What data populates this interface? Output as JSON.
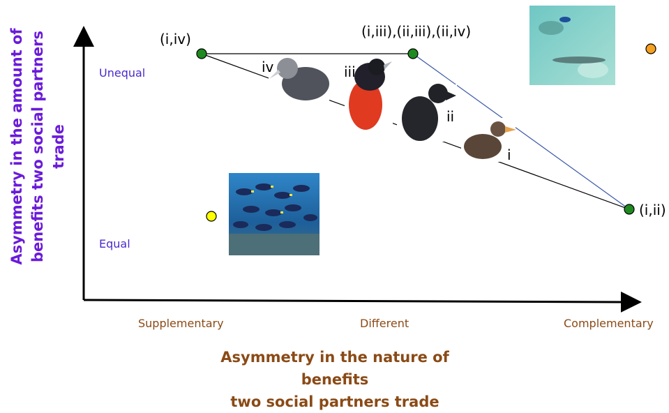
{
  "y_axis": {
    "title_line1": "Asymmetry in the amount of",
    "title_line2": "benefits two social partners trade",
    "levels": [
      "Unequal",
      "Equal"
    ]
  },
  "x_axis": {
    "title_line1": "Asymmetry in the nature of benefits",
    "title_line2": "two social partners trade",
    "categories": [
      "Supplementary",
      "Different",
      "Complementary"
    ]
  },
  "node_labels": {
    "top_left": "(i,iv)",
    "top_middle": "(i,iii),(ii,iii),(ii,iv)",
    "right": "(i,ii)"
  },
  "bird_labels": [
    "iv",
    "iii",
    "ii",
    "i"
  ],
  "colors": {
    "y_title": "#6a1bd9",
    "x_title": "#8a4a16",
    "node_green": "#1f8a1f",
    "marker_yellow": "#ffff00",
    "marker_orange": "#f5a01f",
    "blue_line": "#3a58a8"
  }
}
